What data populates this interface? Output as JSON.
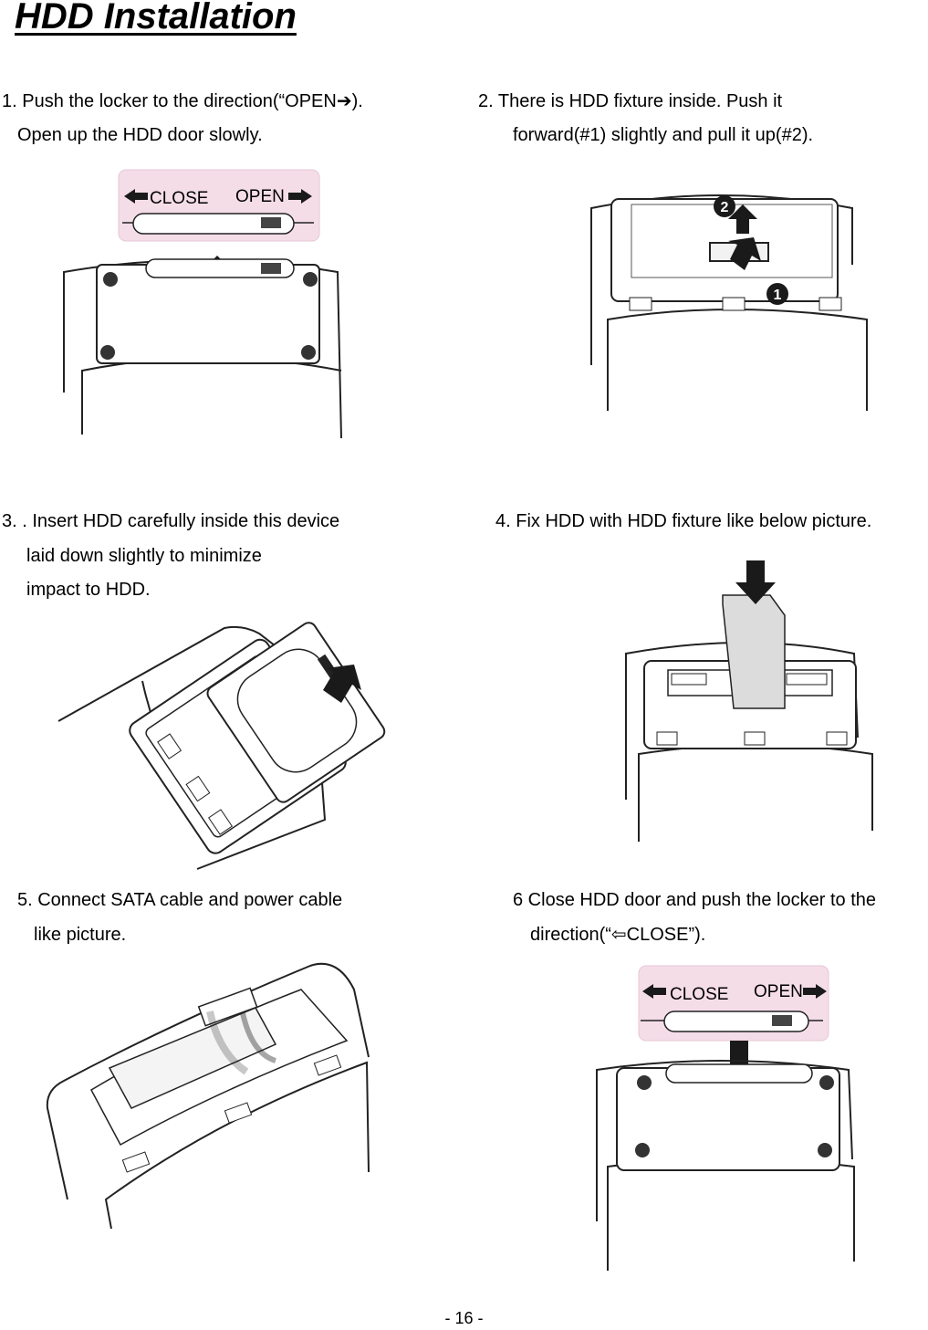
{
  "page": {
    "title": "HDD Installation",
    "page_number": "- 16 -"
  },
  "steps": [
    {
      "line1": "1. Push the locker to the direction(“OPEN➔).",
      "line2": "Open up the HDD door slowly."
    },
    {
      "line1": "2.   There   is   HDD   fixture   inside.   Push   it",
      "line2": "forward(#1) slightly and pull it up(#2)."
    },
    {
      "line1": "3. . Insert HDD carefully inside this device",
      "line2": "laid down slightly to minimize",
      "line3": "impact to HDD."
    },
    {
      "line1": "4. Fix HDD with HDD fixture like below picture."
    },
    {
      "line1": "5. Connect SATA cable and power cable",
      "line2": "like picture."
    },
    {
      "line1": "6 Close HDD door and push the locker to the",
      "line2": "direction(“⇦CLOSE”)."
    }
  ],
  "slider_labels": {
    "close": "CLOSE",
    "open": "OPEN"
  },
  "markers": {
    "one": "1",
    "two": "2"
  },
  "colors": {
    "slider_bg": "#f5dde8",
    "line": "#222222",
    "arrow": "#1a1a1a",
    "hdd_fill": "#dcdcdc"
  },
  "icons": [
    "right-arrow-icon",
    "left-arrow-icon",
    "up-arrow-icon",
    "down-arrow-icon",
    "diagonal-arrow-icon"
  ]
}
